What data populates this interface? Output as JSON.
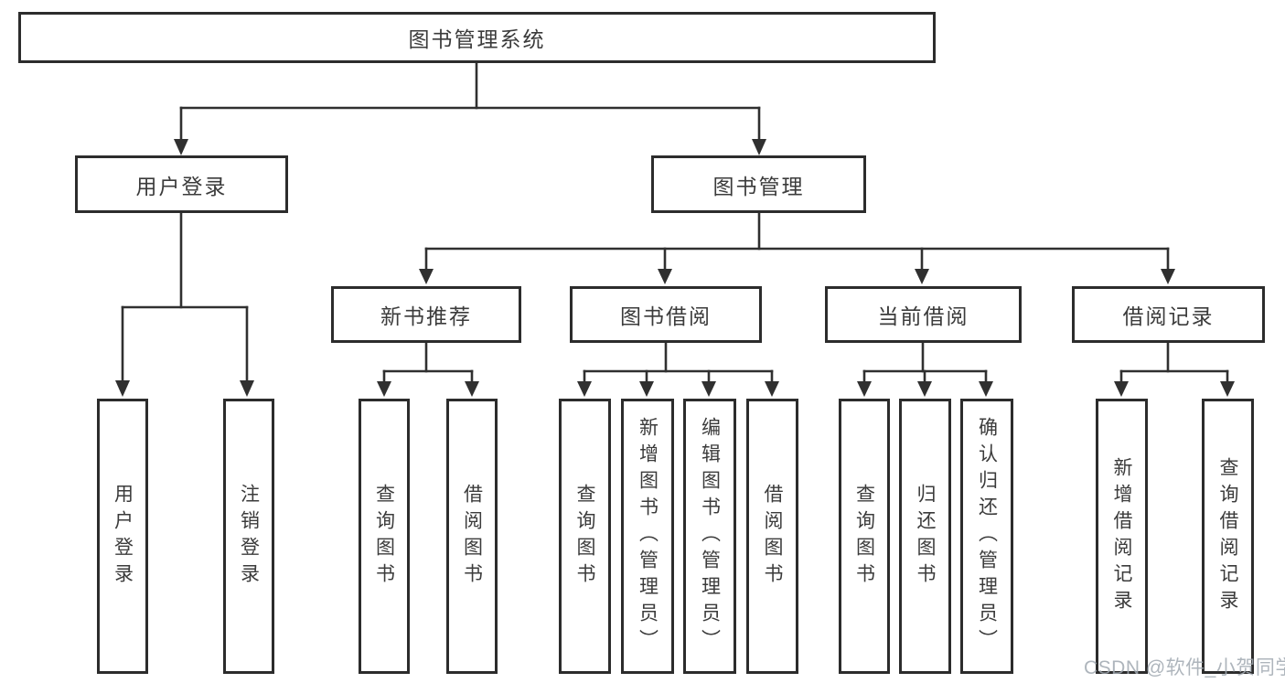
{
  "tree": {
    "root": {
      "label": "图书管理系统"
    },
    "children": [
      {
        "label": "用户登录",
        "children": [
          {
            "label": "用户登录"
          },
          {
            "label": "注销登录"
          }
        ]
      },
      {
        "label": "图书管理",
        "children": [
          {
            "label": "新书推荐",
            "children": [
              {
                "label": "查询图书"
              },
              {
                "label": "借阅图书"
              }
            ]
          },
          {
            "label": "图书借阅",
            "children": [
              {
                "label": "查询图书"
              },
              {
                "label": "新增图书（管理员）"
              },
              {
                "label": "编辑图书（管理员）"
              },
              {
                "label": "借阅图书"
              }
            ]
          },
          {
            "label": "当前借阅",
            "children": [
              {
                "label": "查询图书"
              },
              {
                "label": "归还图书"
              },
              {
                "label": "确认归还（管理员）"
              }
            ]
          },
          {
            "label": "借阅记录",
            "children": [
              {
                "label": "新增借阅记录"
              },
              {
                "label": "查询借阅记录"
              }
            ]
          }
        ]
      }
    ]
  },
  "colors": {
    "line": "#303030",
    "border": "#2c2c2c",
    "text": "#3b3b3b",
    "watermark": "#a0a8b0"
  },
  "watermark": {
    "text": "CSDN @软件_小贺同学"
  }
}
